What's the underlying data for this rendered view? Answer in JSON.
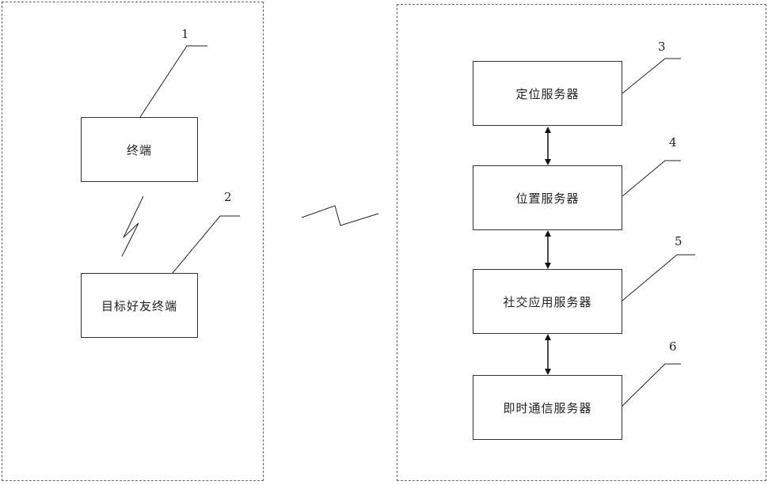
{
  "left_panel": {
    "terminal": {
      "label": "终端",
      "number": "1"
    },
    "friend_terminal": {
      "label": "目标好友终端",
      "number": "2"
    }
  },
  "right_panel": {
    "location_server": {
      "label": "定位服务器",
      "number": "3"
    },
    "position_server": {
      "label": "位置服务器",
      "number": "4"
    },
    "social_app_server": {
      "label": "社交应用服务器",
      "number": "5"
    },
    "im_server": {
      "label": "即时通信服务器",
      "number": "6"
    }
  }
}
